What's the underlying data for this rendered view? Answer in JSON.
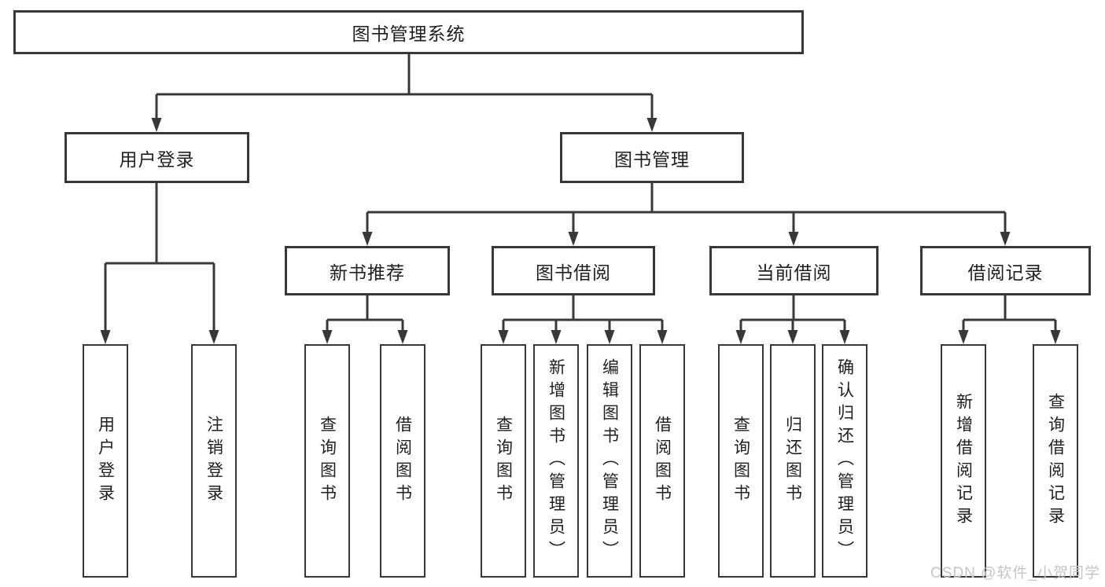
{
  "diagram": {
    "root": {
      "label": "图书管理系统"
    },
    "level2": [
      {
        "label": "用户登录"
      },
      {
        "label": "图书管理"
      }
    ],
    "level3": [
      {
        "label": "新书推荐"
      },
      {
        "label": "图书借阅"
      },
      {
        "label": "当前借阅"
      },
      {
        "label": "借阅记录"
      }
    ],
    "leaves": {
      "user_login": [
        "用户登录",
        "注销登录"
      ],
      "new_books": [
        "查询图书",
        "借阅图书"
      ],
      "book_borrow": [
        "查询图书",
        "新增图书（管理员）",
        "编辑图书（管理员）",
        "借阅图书"
      ],
      "current_borrow": [
        "查询图书",
        "归还图书",
        "确认归还（管理员）"
      ],
      "borrow_records": [
        "新增借阅记录",
        "查询借阅记录"
      ]
    }
  },
  "watermark": {
    "text": "CSDN @软件_小贺同学"
  },
  "colors": {
    "line": "#383838",
    "box_border": "#383838",
    "text": "#1f1f1f",
    "watermark": "#c6c6c6",
    "background": "#ffffff"
  }
}
